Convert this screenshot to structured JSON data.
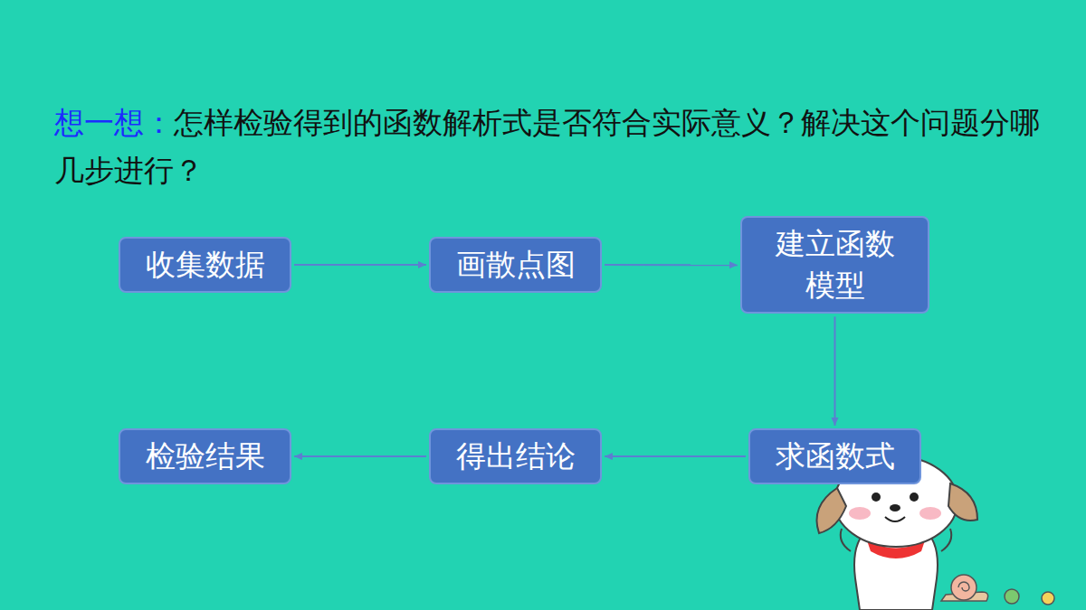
{
  "diagram": {
    "title": "想一想：",
    "nodes": [
      {
        "text": [
          "收集数据"
        ]
      },
      {
        "text": [
          "画散点图"
        ]
      },
      {
        "text": [
          "建立函数 模型"
        ]
      },
      {
        "text": [
          "求函数式"
        ]
      },
      {
        "text": [
          "得出结论"
        ]
      },
      {
        "text": [
          "检验结果"
        ]
      }
    ],
    "edges": [
      {
        "from": 0,
        "to": 1,
        "arrow": "to"
      },
      {
        "from": 1,
        "to": 2,
        "arrow": "to"
      },
      {
        "from": 2,
        "to": 3,
        "arrow": "to"
      },
      {
        "from": 3,
        "to": 4,
        "arrow": "to"
      },
      {
        "from": 4,
        "to": 5,
        "arrow": "to"
      }
    ],
    "labels": [
      "怎样检验得到的函数解析式是否符合实际意义？解决这个问题分哪几步进行？"
    ]
  }
}
